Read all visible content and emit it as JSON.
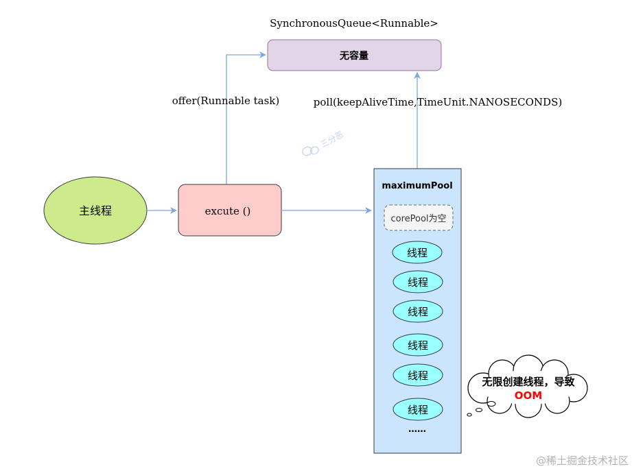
{
  "queue": {
    "title": "SynchronousQueue<Runnable>",
    "label": "无容量"
  },
  "edges": {
    "offer_label": "offer(Runnable task)",
    "poll_label": "poll(keepAliveTime,TimeUnit.NANOSECONDS)"
  },
  "main_thread": {
    "label": "主线程"
  },
  "execute": {
    "label": "excute ()"
  },
  "pool": {
    "title": "maximumPool",
    "core_label": "corePool为空",
    "threads": [
      "线程",
      "线程",
      "线程",
      "线程",
      "线程",
      "线程"
    ],
    "more": "……"
  },
  "callout": {
    "line1": "无限创建线程，导致",
    "line2": "OOM"
  },
  "watermark": {
    "author": "三分恶",
    "site": "@稀土掘金技术社区"
  },
  "colors": {
    "queue_fill": "#e1d5e7",
    "queue_stroke": "#9673a6",
    "main_fill": "#cdeb8b",
    "execute_fill": "#ffcccc",
    "pool_fill": "#cce5ff",
    "thread_fill": "#99ffff",
    "core_fill": "#f5f5f5",
    "arrow": "#7ea6e0",
    "oom": "#ff0000"
  },
  "icons": {
    "watermark": "wechat-icon"
  }
}
